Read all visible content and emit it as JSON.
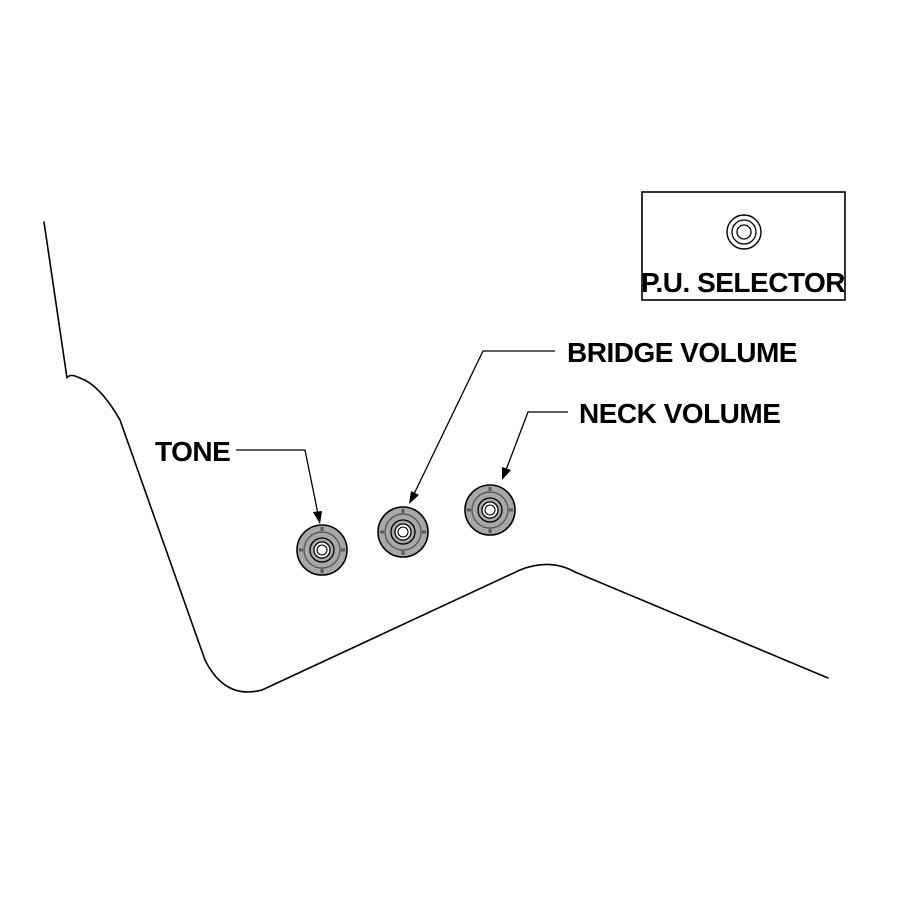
{
  "labels": {
    "tone": "TONE",
    "bridge_volume": "BRIDGE VOLUME",
    "neck_volume": "NECK VOLUME",
    "pu_selector": "P.U. SELECTOR"
  },
  "colors": {
    "line": "#000000",
    "knob_fill": "#a8a8a8",
    "knob_ring": "#5a5a5a",
    "background": "#ffffff"
  }
}
